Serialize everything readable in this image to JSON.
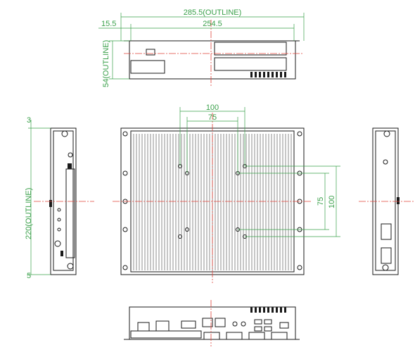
{
  "dimensions": {
    "overall_width": "285.5(OUTLINE)",
    "mount_width": "254.5",
    "side_offset": "15.5",
    "height": "54(OUTLINE)",
    "depth": "220(OUTLINE)",
    "top_margin": "3",
    "bottom_margin": "5",
    "vesa_outer_h": "100",
    "vesa_inner_h": "75",
    "vesa_inner_v": "75",
    "vesa_outer_v": "100"
  },
  "colors": {
    "dimension": "#3aa04a",
    "centerline": "#e0433a",
    "outline": "#1a1a1a"
  }
}
